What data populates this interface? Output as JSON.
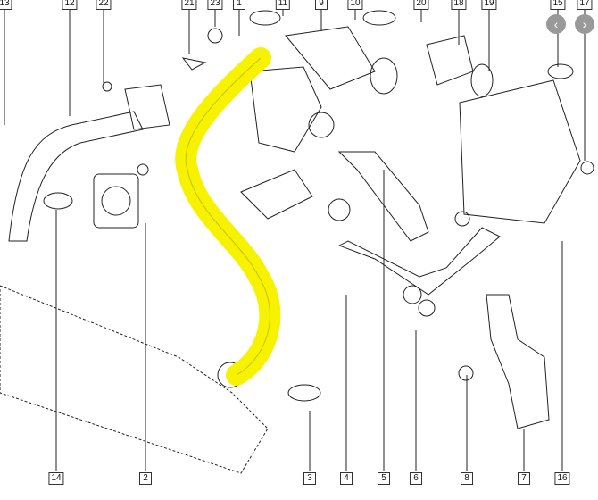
{
  "diagram": {
    "top_labels": [
      "13",
      "12",
      "22",
      "21",
      "23",
      "1",
      "11",
      "9",
      "10",
      "20",
      "18",
      "19",
      "15",
      "17"
    ],
    "bottom_labels": [
      "14",
      "2",
      "3",
      "4",
      "5",
      "6",
      "8",
      "7",
      "16"
    ],
    "highlight_color": "#f7f200",
    "highlighted_part": "1"
  },
  "viewer": {
    "prev_icon": "chevron-left-icon",
    "next_icon": "chevron-right-icon",
    "prev": "‹",
    "next": "›"
  }
}
